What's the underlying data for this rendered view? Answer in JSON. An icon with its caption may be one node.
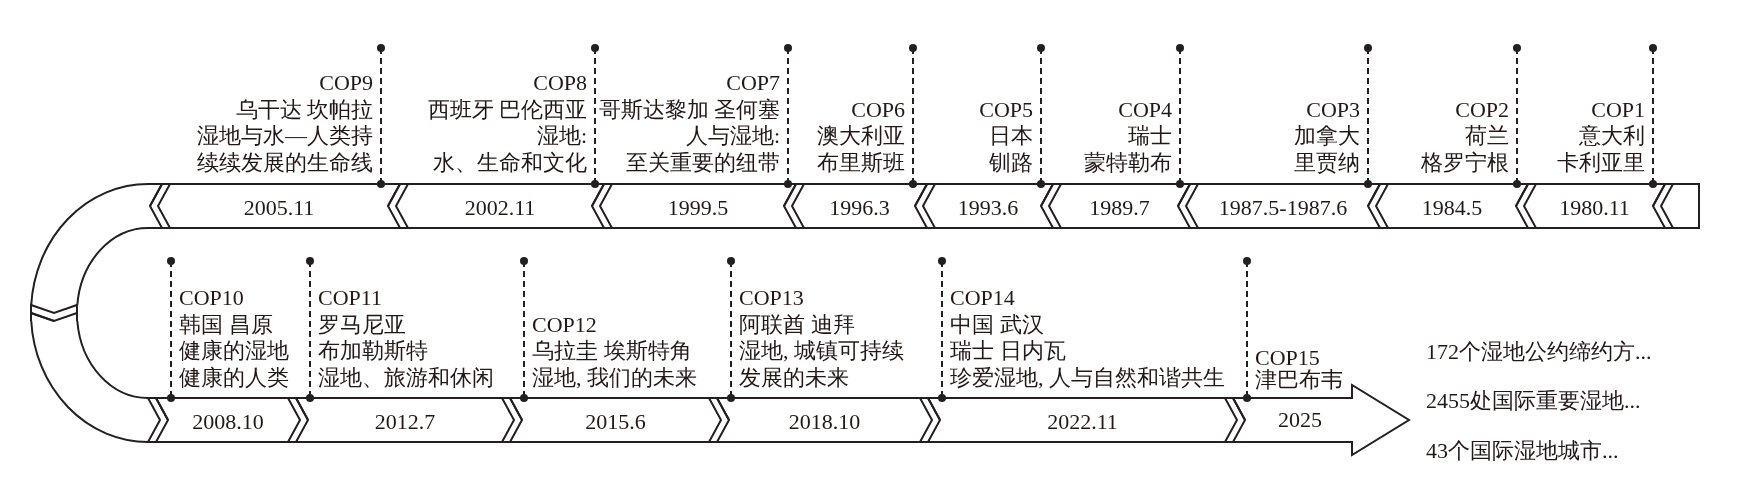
{
  "diagram": {
    "nodes": [
      {
        "text": [],
        "shape": "arc"
      },
      {
        "text": [
          "2005.11"
        ],
        "beside": [
          "COP9",
          "乌干达 坎帕拉",
          "湿地与水—人类持续续发展的生命线"
        ]
      },
      {
        "text": [
          "2002.11"
        ],
        "beside": [
          "COP8",
          "西班牙 巴伦西亚",
          "湿地:",
          "水、生命和文化"
        ]
      },
      {
        "text": [
          "1999.5"
        ],
        "beside": [
          "COP7",
          "哥斯达黎加 圣何塞",
          "人与湿地:",
          "至关重要的纽带"
        ]
      },
      {
        "text": [
          "1996.3"
        ],
        "beside": [
          "COP6",
          "澳大利亚",
          "布里斯班"
        ]
      },
      {
        "text": [
          "1993.6"
        ],
        "beside": [
          "COP5",
          "日本",
          "钏路"
        ]
      },
      {
        "text": [
          "1989.7"
        ],
        "beside": [
          "COP4",
          "瑞士",
          "蒙特勒布"
        ]
      },
      {
        "text": [
          "1987.5-1987.6"
        ],
        "beside": [
          "COP3",
          "加拿大",
          "里贾纳"
        ]
      },
      {
        "text": [
          "1984.5"
        ],
        "beside": [
          "COP2",
          "荷兰",
          "格罗宁根"
        ]
      },
      {
        "text": [
          "1980.11"
        ],
        "beside": [
          "COP1",
          "意大利",
          "卡利亚里"
        ]
      },
      {
        "text": [],
        "shape": "bar"
      },
      {
        "text": [],
        "shape": "arc"
      },
      {
        "text": [
          "2008.10"
        ],
        "beside": [
          "COP10",
          "韩国 昌原",
          "健康的湿地健康的人类"
        ]
      },
      {
        "text": [
          "2012.7"
        ],
        "beside": [
          "COP11",
          "罗马尼亚",
          "布加勒斯特",
          "湿地、旅游和休闲"
        ]
      },
      {
        "text": [
          "2015.6"
        ],
        "beside": [
          "COP12",
          "乌拉圭 埃斯特角",
          "湿地, 我们的未来"
        ]
      },
      {
        "text": [
          "2018.10"
        ],
        "beside": [
          "COP13",
          "阿联酋 迪拜",
          "湿地, 城镇可持续发展的未来"
        ]
      },
      {
        "text": [
          "2022.11"
        ],
        "beside": [
          "COP14",
          "中国 武汉",
          "瑞士 日内瓦",
          "珍爱湿地, 人与自然和谐共生"
        ]
      },
      {
        "text": [
          "2025"
        ],
        "beside": [
          "COP15",
          "津巴布韦"
        ]
      }
    ],
    "edges": [
      {
        "from": 10,
        "to": 9,
        "arrow": "to"
      },
      {
        "from": 9,
        "to": 8,
        "arrow": "to"
      },
      {
        "from": 8,
        "to": 7,
        "arrow": "to"
      },
      {
        "from": 7,
        "to": 6,
        "arrow": "to"
      },
      {
        "from": 6,
        "to": 5,
        "arrow": "to"
      },
      {
        "from": 5,
        "to": 4,
        "arrow": "to"
      },
      {
        "from": 4,
        "to": 3,
        "arrow": "to"
      },
      {
        "from": 3,
        "to": 2,
        "arrow": "to"
      },
      {
        "from": 2,
        "to": 1,
        "arrow": "to"
      },
      {
        "from": 1,
        "to": 0,
        "arrow": "to"
      },
      {
        "from": 0,
        "to": 11,
        "arrow": "to"
      },
      {
        "from": 11,
        "to": 12,
        "arrow": "to"
      },
      {
        "from": 12,
        "to": 13,
        "arrow": "to"
      },
      {
        "from": 13,
        "to": 14,
        "arrow": "to"
      },
      {
        "from": 14,
        "to": 15,
        "arrow": "to"
      },
      {
        "from": 15,
        "to": 16,
        "arrow": "to"
      },
      {
        "from": 16,
        "to": 17,
        "arrow": "to"
      }
    ],
    "labels": [
      "172个湿地公约缔约方...",
      "2455处国际重要湿地...",
      "43个国际湿地城市..."
    ]
  }
}
